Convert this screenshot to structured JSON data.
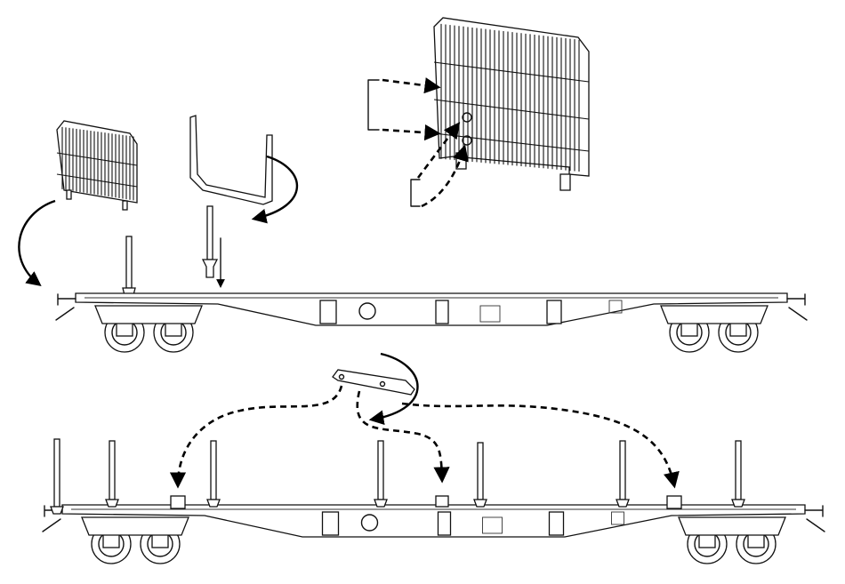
{
  "figure": {
    "components": [
      {
        "id": "end-gate-detail",
        "icon": "mesh-gate-icon"
      },
      {
        "id": "small-end-gate",
        "icon": "mesh-gate-icon"
      },
      {
        "id": "u-stanchion",
        "icon": "u-frame-icon"
      },
      {
        "id": "stake-pin",
        "icon": "stake-icon"
      },
      {
        "id": "grab-handle",
        "icon": "handle-icon"
      },
      {
        "id": "container-twistlock-bar",
        "icon": "bar-icon"
      }
    ],
    "wagons": [
      {
        "id": "upper-flat-wagon",
        "icon": "flat-wagon-icon"
      },
      {
        "id": "lower-flat-wagon",
        "icon": "flat-wagon-icon"
      }
    ]
  }
}
